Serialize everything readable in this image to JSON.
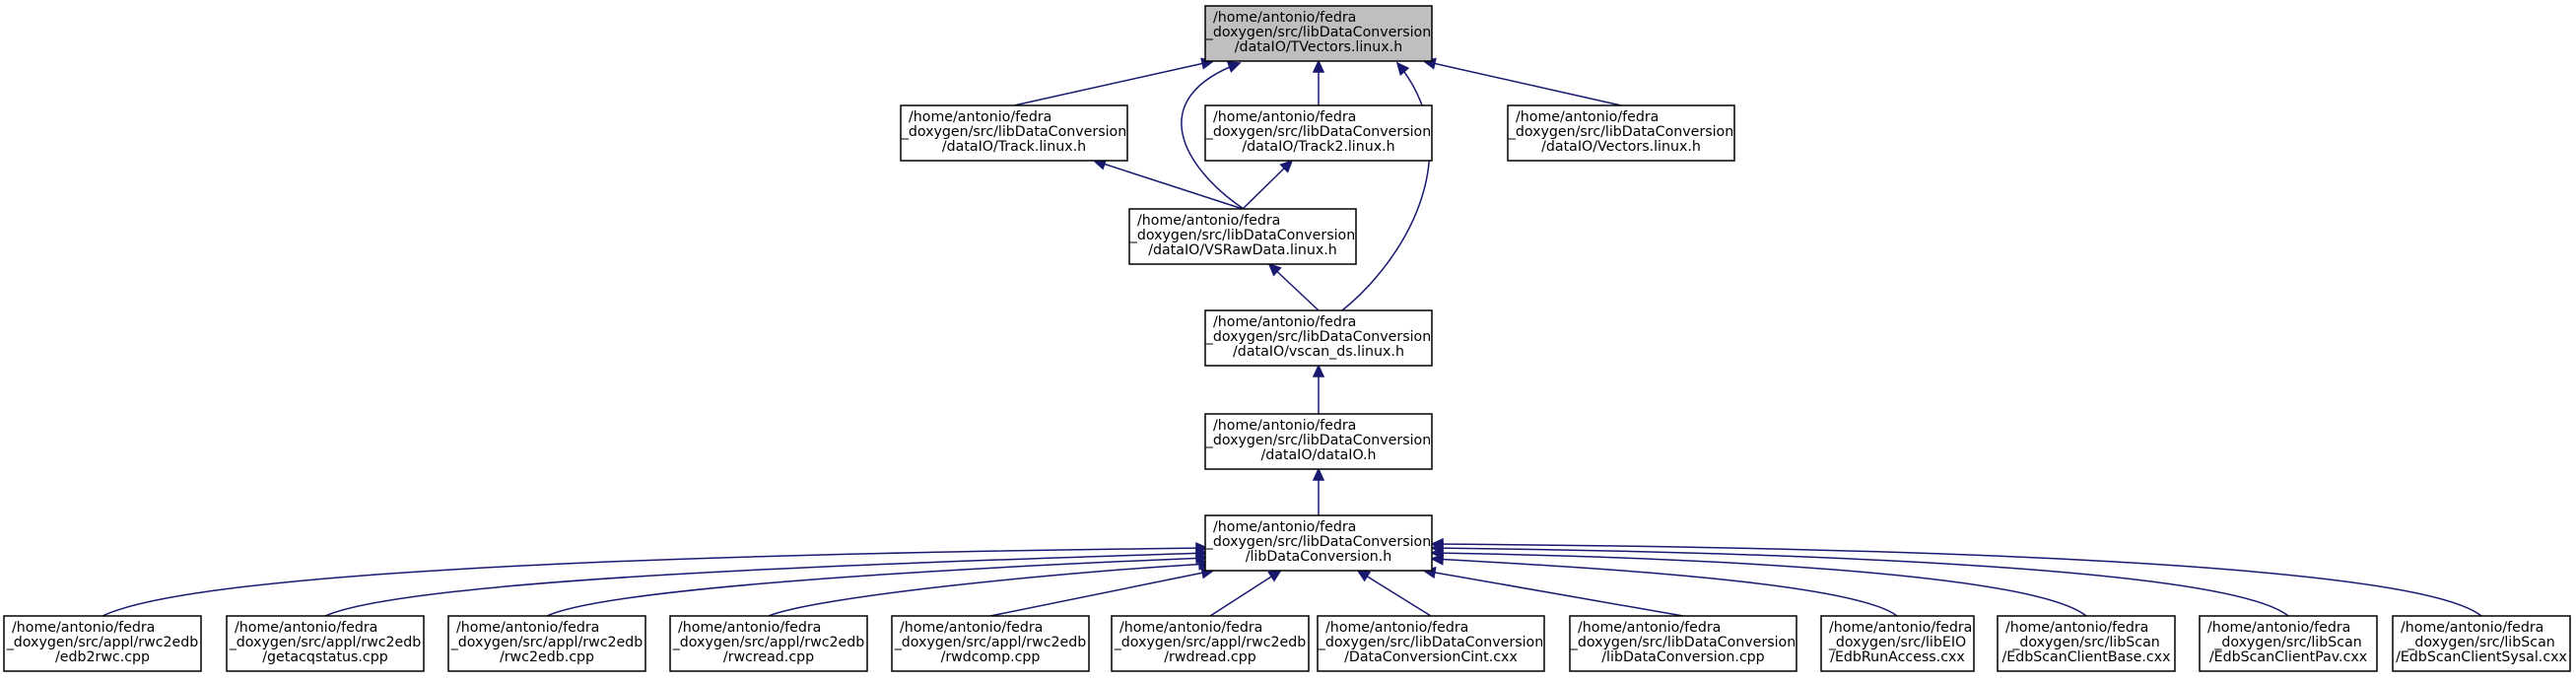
{
  "colors": {
    "edge": "#191970",
    "root_fill": "#bfbfbf",
    "node_fill": "#ffffff",
    "node_border": "#000000"
  },
  "nodes": [
    {
      "id": "tvectors",
      "root": true,
      "lines": [
        "/home/antonio/fedra",
        "_doxygen/src/libDataConversion",
        "/dataIO/TVectors.linux.h"
      ]
    },
    {
      "id": "track",
      "lines": [
        "/home/antonio/fedra",
        "_doxygen/src/libDataConversion",
        "/dataIO/Track.linux.h"
      ]
    },
    {
      "id": "track2",
      "lines": [
        "/home/antonio/fedra",
        "_doxygen/src/libDataConversion",
        "/dataIO/Track2.linux.h"
      ]
    },
    {
      "id": "vectors",
      "lines": [
        "/home/antonio/fedra",
        "_doxygen/src/libDataConversion",
        "/dataIO/Vectors.linux.h"
      ]
    },
    {
      "id": "vsrawdata",
      "lines": [
        "/home/antonio/fedra",
        "_doxygen/src/libDataConversion",
        "/dataIO/VSRawData.linux.h"
      ]
    },
    {
      "id": "vscan_ds",
      "lines": [
        "/home/antonio/fedra",
        "_doxygen/src/libDataConversion",
        "/dataIO/vscan_ds.linux.h"
      ]
    },
    {
      "id": "dataio",
      "lines": [
        "/home/antonio/fedra",
        "_doxygen/src/libDataConversion",
        "/dataIO/dataIO.h"
      ]
    },
    {
      "id": "libdataconversion_h",
      "lines": [
        "/home/antonio/fedra",
        "_doxygen/src/libDataConversion",
        "/libDataConversion.h"
      ]
    },
    {
      "id": "edb2rwc",
      "lines": [
        "/home/antonio/fedra",
        "_doxygen/src/appl/rwc2edb",
        "/edb2rwc.cpp"
      ]
    },
    {
      "id": "getacqstatus",
      "lines": [
        "/home/antonio/fedra",
        "_doxygen/src/appl/rwc2edb",
        "/getacqstatus.cpp"
      ]
    },
    {
      "id": "rwc2edb",
      "lines": [
        "/home/antonio/fedra",
        "_doxygen/src/appl/rwc2edb",
        "/rwc2edb.cpp"
      ]
    },
    {
      "id": "rwcread",
      "lines": [
        "/home/antonio/fedra",
        "_doxygen/src/appl/rwc2edb",
        "/rwcread.cpp"
      ]
    },
    {
      "id": "rwdcomp",
      "lines": [
        "/home/antonio/fedra",
        "_doxygen/src/appl/rwc2edb",
        "/rwdcomp.cpp"
      ]
    },
    {
      "id": "rwdread",
      "lines": [
        "/home/antonio/fedra",
        "_doxygen/src/appl/rwc2edb",
        "/rwdread.cpp"
      ]
    },
    {
      "id": "dataconversioncint",
      "lines": [
        "/home/antonio/fedra",
        "_doxygen/src/libDataConversion",
        "/DataConversionCint.cxx"
      ]
    },
    {
      "id": "libdataconversion_cpp",
      "lines": [
        "/home/antonio/fedra",
        "_doxygen/src/libDataConversion",
        "/libDataConversion.cpp"
      ]
    },
    {
      "id": "edbrunaccess",
      "lines": [
        "/home/antonio/fedra",
        "_doxygen/src/libEIO",
        "/EdbRunAccess.cxx"
      ]
    },
    {
      "id": "edbscanclientbase",
      "lines": [
        "/home/antonio/fedra",
        "_doxygen/src/libScan",
        "/EdbScanClientBase.cxx"
      ]
    },
    {
      "id": "edbscanclientpav",
      "lines": [
        "/home/antonio/fedra",
        "_doxygen/src/libScan",
        "/EdbScanClientPav.cxx"
      ]
    },
    {
      "id": "edbscanclientsysal",
      "lines": [
        "/home/antonio/fedra",
        "_doxygen/src/libScan",
        "/EdbScanClientSysal.cxx"
      ]
    }
  ],
  "edges": [
    {
      "from": "track",
      "to": "tvectors"
    },
    {
      "from": "track2",
      "to": "tvectors"
    },
    {
      "from": "vectors",
      "to": "tvectors"
    },
    {
      "from": "vsrawdata",
      "to": "tvectors"
    },
    {
      "from": "vscan_ds",
      "to": "tvectors"
    },
    {
      "from": "vsrawdata",
      "to": "track"
    },
    {
      "from": "vsrawdata",
      "to": "track2"
    },
    {
      "from": "vscan_ds",
      "to": "vsrawdata"
    },
    {
      "from": "dataio",
      "to": "vscan_ds"
    },
    {
      "from": "libdataconversion_h",
      "to": "dataio"
    },
    {
      "from": "edb2rwc",
      "to": "libdataconversion_h"
    },
    {
      "from": "getacqstatus",
      "to": "libdataconversion_h"
    },
    {
      "from": "rwc2edb",
      "to": "libdataconversion_h"
    },
    {
      "from": "rwcread",
      "to": "libdataconversion_h"
    },
    {
      "from": "rwdcomp",
      "to": "libdataconversion_h"
    },
    {
      "from": "rwdread",
      "to": "libdataconversion_h"
    },
    {
      "from": "dataconversioncint",
      "to": "libdataconversion_h"
    },
    {
      "from": "libdataconversion_cpp",
      "to": "libdataconversion_h"
    },
    {
      "from": "edbrunaccess",
      "to": "libdataconversion_h"
    },
    {
      "from": "edbscanclientbase",
      "to": "libdataconversion_h"
    },
    {
      "from": "edbscanclientpav",
      "to": "libdataconversion_h"
    },
    {
      "from": "edbscanclientsysal",
      "to": "libdataconversion_h"
    }
  ]
}
